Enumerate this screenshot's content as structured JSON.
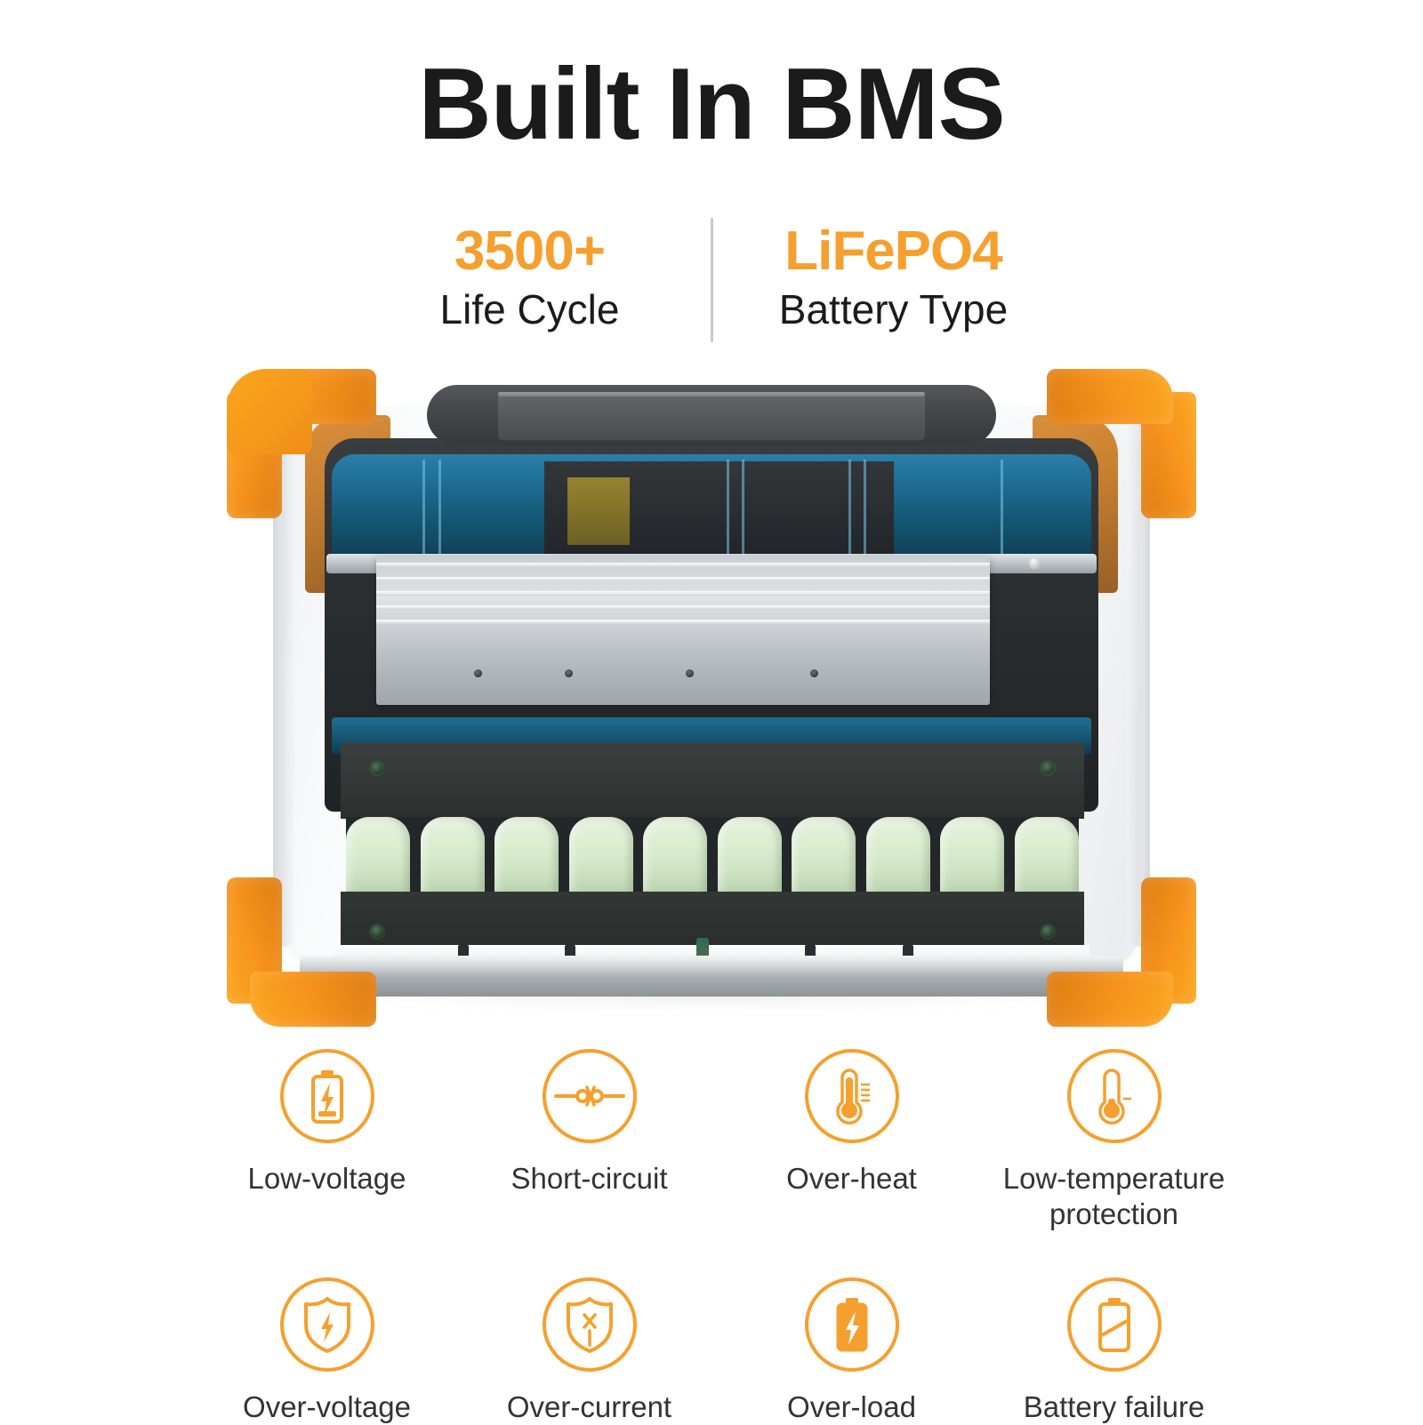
{
  "header": {
    "title": "Built In BMS"
  },
  "stats": [
    {
      "value": "3500+",
      "label": "Life Cycle"
    },
    {
      "value": "LiFePO4",
      "label": "Battery Type"
    }
  ],
  "product": {
    "name": "portable-power-station-cutaway",
    "cell_count": 10,
    "colors": {
      "bumper_orange": "#F7941D",
      "pcb_blue": "#1D6C93",
      "cell_green": "#DCEED2",
      "chassis_dark": "#2E3134",
      "heatsink_silver": "#C9CED2",
      "handle_gray": "#45484B"
    }
  },
  "features": {
    "accent_color": "#F5A02E",
    "label_color": "#333333",
    "rows": [
      [
        {
          "icon": "battery-low-voltage-icon",
          "label": "Low-voltage"
        },
        {
          "icon": "short-circuit-icon",
          "label": "Short-circuit"
        },
        {
          "icon": "thermometer-hot-icon",
          "label": "Over-heat"
        },
        {
          "icon": "thermometer-cold-icon",
          "label": "Low-temperature protection"
        }
      ],
      [
        {
          "icon": "shield-bolt-icon",
          "label": "Over-voltage"
        },
        {
          "icon": "shield-current-icon",
          "label": "Over-current"
        },
        {
          "icon": "battery-bolt-filled-icon",
          "label": "Over-load"
        },
        {
          "icon": "battery-failure-icon",
          "label": "Battery failure"
        }
      ]
    ]
  }
}
